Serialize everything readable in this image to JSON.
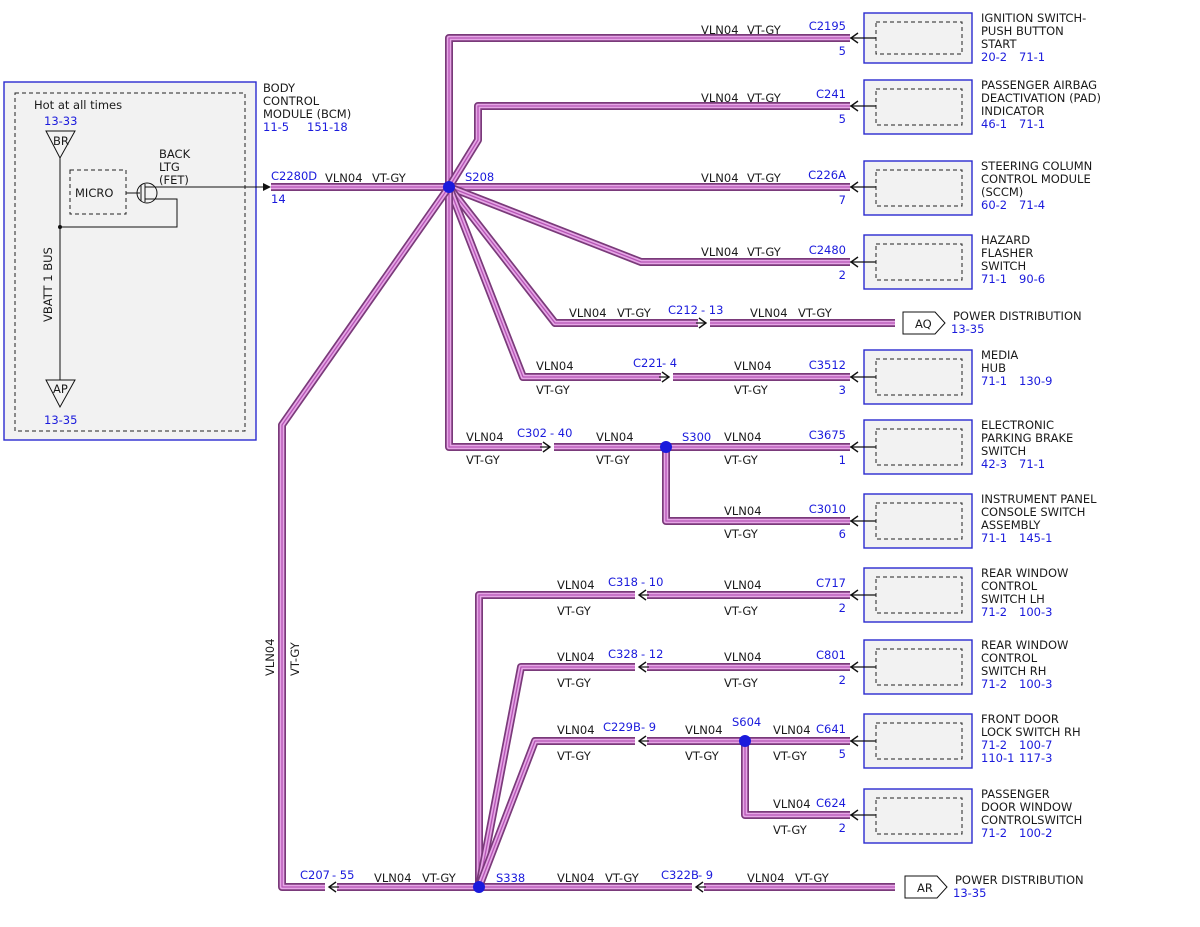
{
  "bcm": {
    "hot_label": "Hot at all times",
    "hot_ref": "13-33",
    "br": "BR",
    "ap": "AP",
    "ap_ref": "13-35",
    "bus": "VBATT 1 BUS",
    "micro": "MICRO",
    "back1": "BACK",
    "back2": "LTG",
    "back3": "(FET)",
    "name1": "BODY",
    "name2": "CONTROL",
    "name3": "MODULE (BCM)",
    "ref1": "11-5",
    "ref2": "151-18",
    "conn": "C2280D",
    "pin": "14"
  },
  "main_wire": {
    "color1": "VLN04",
    "color2": "VT-GY"
  },
  "splices": {
    "s208": "S208",
    "s300": "S300",
    "s338": "S338",
    "s604": "S604"
  },
  "components": [
    {
      "conn": "C2195",
      "pin": "5",
      "lines": [
        "IGNITION SWITCH-",
        "PUSH BUTTON",
        "START"
      ],
      "refs": [
        "20-2",
        "71-1"
      ]
    },
    {
      "conn": "C241",
      "pin": "5",
      "lines": [
        "PASSENGER AIRBAG",
        "DEACTIVATION (PAD)",
        "INDICATOR"
      ],
      "refs": [
        "46-1",
        "71-1"
      ]
    },
    {
      "conn": "C226A",
      "pin": "7",
      "lines": [
        "STEERING COLUMN",
        "CONTROL MODULE",
        "(SCCM)"
      ],
      "refs": [
        "60-2",
        "71-4"
      ]
    },
    {
      "conn": "C2480",
      "pin": "2",
      "lines": [
        "HAZARD",
        "FLASHER",
        "SWITCH"
      ],
      "refs": [
        "71-1",
        "90-6"
      ]
    },
    {
      "conn": "C3512",
      "pin": "3",
      "lines": [
        "MEDIA",
        "HUB"
      ],
      "refs": [
        "71-1",
        "130-9"
      ]
    },
    {
      "conn": "C3675",
      "pin": "1",
      "lines": [
        "ELECTRONIC",
        "PARKING BRAKE",
        "SWITCH"
      ],
      "refs": [
        "42-3",
        "71-1"
      ]
    },
    {
      "conn": "C3010",
      "pin": "6",
      "lines": [
        "INSTRUMENT PANEL",
        "CONSOLE SWITCH",
        "ASSEMBLY"
      ],
      "refs": [
        "71-1",
        "145-1"
      ]
    },
    {
      "conn": "C717",
      "pin": "2",
      "lines": [
        "REAR WINDOW",
        "CONTROL",
        "SWITCH LH"
      ],
      "refs": [
        "71-2",
        "100-3"
      ]
    },
    {
      "conn": "C801",
      "pin": "2",
      "lines": [
        "REAR WINDOW",
        "CONTROL",
        "SWITCH RH"
      ],
      "refs": [
        "71-2",
        "100-3"
      ]
    },
    {
      "conn": "C641",
      "pin": "5",
      "lines": [
        "FRONT DOOR",
        "LOCK SWITCH RH"
      ],
      "refs": [
        "71-2",
        "100-7",
        "110-1",
        "117-3"
      ]
    },
    {
      "conn": "C624",
      "pin": "2",
      "lines": [
        "PASSENGER",
        "DOOR WINDOW",
        "CONTROLSWITCH"
      ],
      "refs": [
        "71-2",
        "100-2"
      ]
    }
  ],
  "inline": {
    "c212": "C212",
    "c212_pin": "- 13",
    "c221": "C221",
    "c221_pin": "- 4",
    "c302": "C302",
    "c302_pin": "- 40",
    "c318": "C318",
    "c318_pin": "- 10",
    "c328": "C328",
    "c328_pin": "- 12",
    "c229b": "C229B",
    "c229b_pin": "- 9",
    "c207": "C207",
    "c207_pin": "- 55",
    "c322b": "C322B",
    "c322b_pin": "- 9"
  },
  "power": {
    "aq_tag": "AQ",
    "aq_label": "POWER DISTRIBUTION",
    "aq_ref": "13-35",
    "ar_tag": "AR",
    "ar_label": "POWER DISTRIBUTION",
    "ar_ref": "13-35"
  }
}
